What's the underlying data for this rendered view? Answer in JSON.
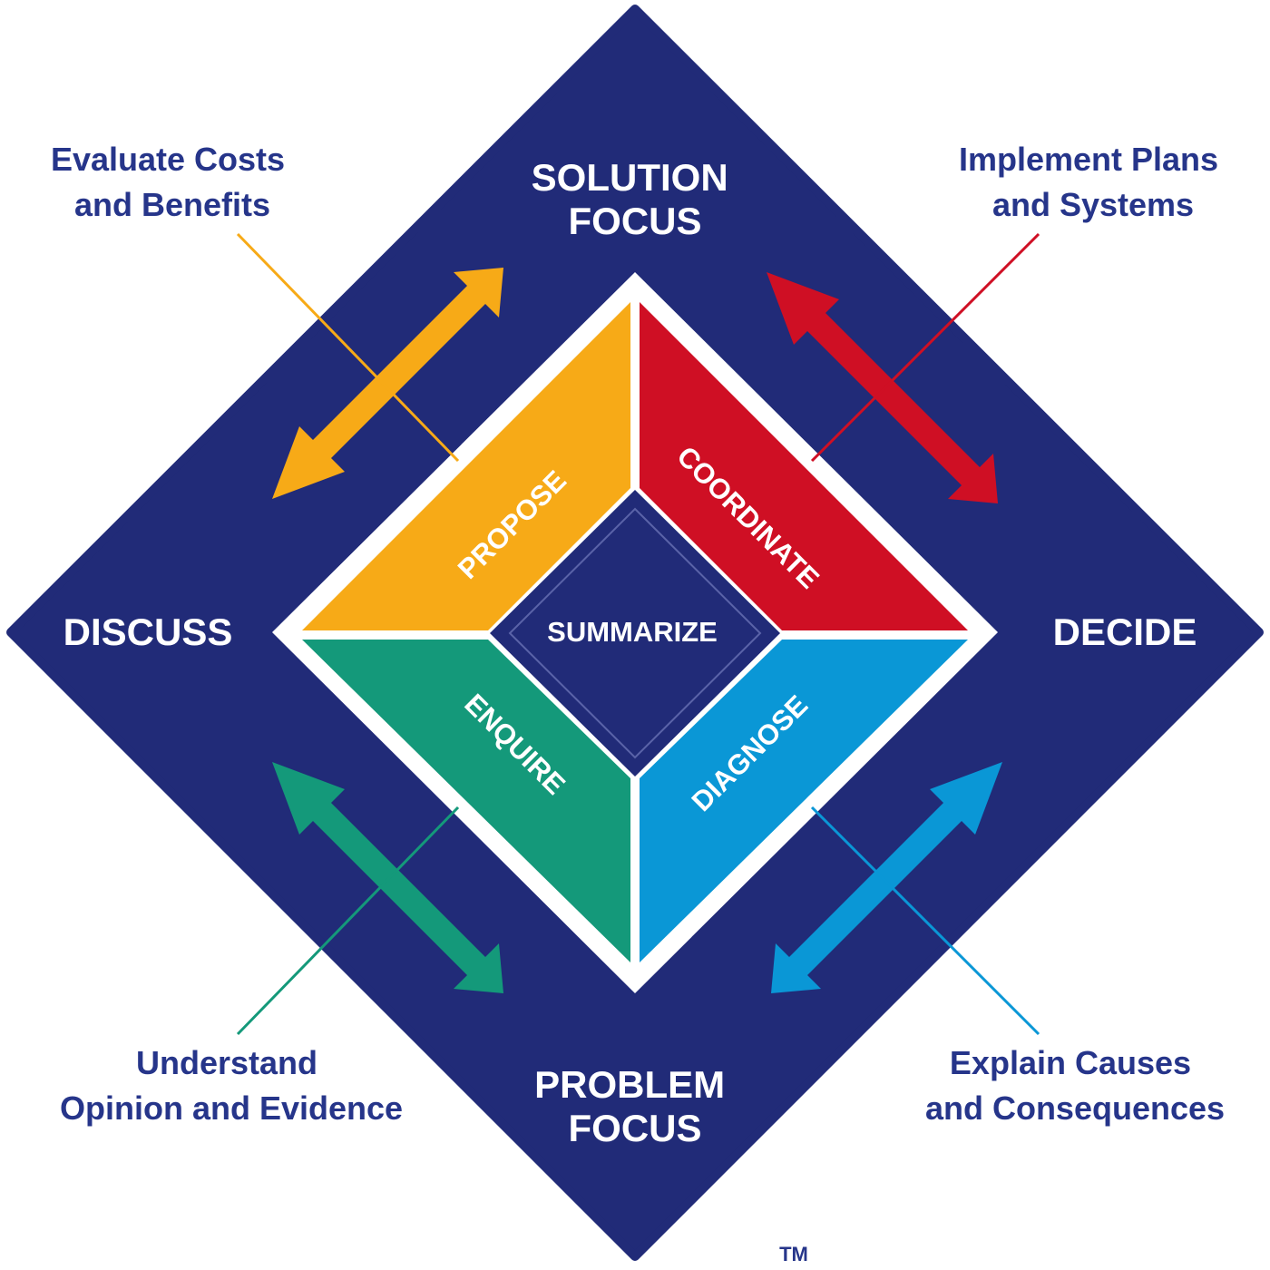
{
  "labels": {
    "solution_focus": [
      "SOLUTION",
      "FOCUS"
    ],
    "problem_focus": [
      "PROBLEM",
      "FOCUS"
    ],
    "discuss": "DISCUSS",
    "decide": "DECIDE",
    "center": "SUMMARIZE",
    "trademark": "TM"
  },
  "quadrants": {
    "propose": {
      "label": "PROPOSE",
      "color": "#f7aa17"
    },
    "coordinate": {
      "label": "COORDINATE",
      "color": "#cf0f24"
    },
    "enquire": {
      "label": "ENQUIRE",
      "color": "#14997a"
    },
    "diagnose": {
      "label": "DIAGNOSE",
      "color": "#0a97d6"
    }
  },
  "annotations": {
    "top_left": [
      "Evaluate Costs",
      "and Benefits"
    ],
    "top_right": [
      "Implement Plans",
      "and Systems"
    ],
    "bottom_left": [
      "Understand",
      "Opinion and Evidence"
    ],
    "bottom_right": [
      "Explain Causes",
      "and Consequences"
    ]
  },
  "colors": {
    "navy": "#212b78",
    "text_blue": "#26358a",
    "white": "#ffffff"
  }
}
